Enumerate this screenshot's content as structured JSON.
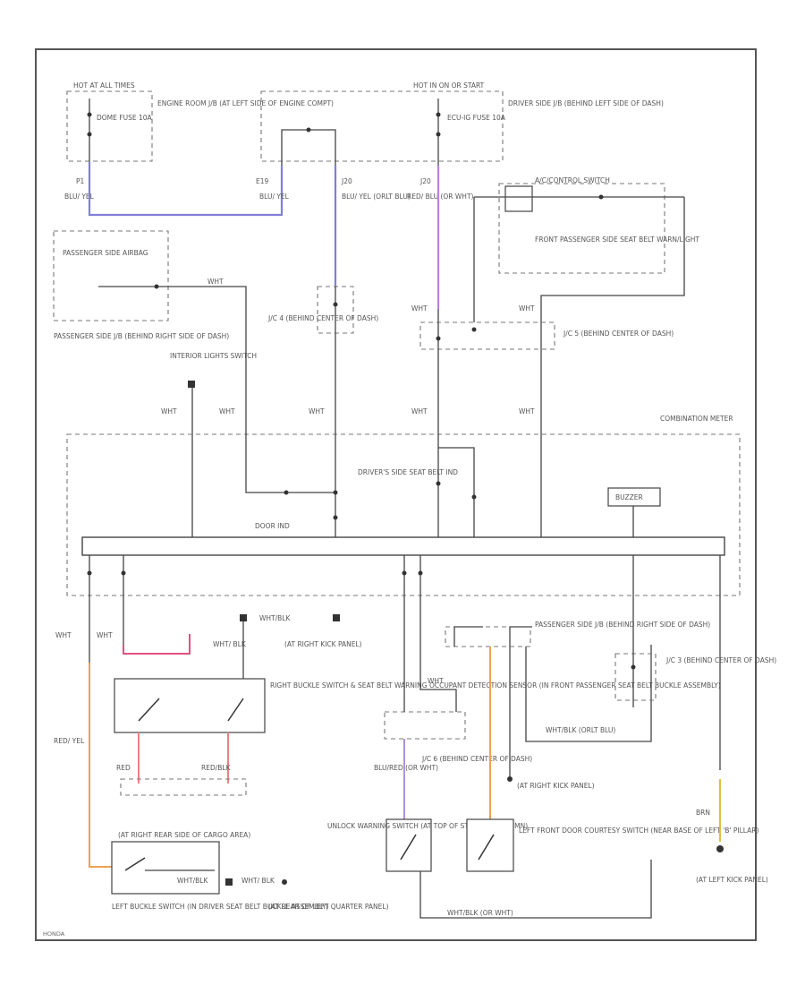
{
  "colors": {
    "blue_wire": "#8080d8",
    "violet_wire": "#c080e0",
    "red_wire": "#e05080",
    "pink_wire": "#f08080",
    "orange_wire": "#f0a050",
    "yellow_wire": "#e0c040",
    "lightviolet_wire": "#b090e0"
  },
  "labels": {
    "hot_at_all_times": "HOT AT ALL TIMES",
    "dome_fuse": "DOME FUSE 10A",
    "engine_jb": "ENGINE ROOM J/B (AT LEFT SIDE OF ENGINE COMPT)",
    "hot_on": "HOT IN ON OR START",
    "ecu_ig_fuse": "ECU-IG FUSE 10A",
    "driver_jb": "DRIVER SIDE J/B (BEHIND LEFT SIDE OF DASH)",
    "p1": "P1",
    "e19": "E19",
    "j20a": "J20",
    "j20b": "J20",
    "blu_yel_1": "BLU/ YEL",
    "blu_yel_2": "BLU/ YEL",
    "blu_yel_3": "BLU/ YEL (ORLT BLU)",
    "red_blu": "RED/ BLU (OR WHT)",
    "airbag_ctrl": "A/C/CONTROL SWITCH",
    "front_pass_ind": "FRONT PASSENGER SIDE SEAT BELT WARN/LIGHT",
    "pass_airbag": "PASSENGER SIDE AIRBAG",
    "passenger_jb": "PASSENGER SIDE J/B (BEHIND RIGHT SIDE OF DASH)",
    "jc4": "J/C 4 (BEHIND CENTER OF DASH)",
    "jc5": "J/C 5 (BEHIND CENTER OF DASH)",
    "interior_switch": "INTERIOR LIGHTS SWITCH",
    "combination_meter": "COMBINATION METER",
    "door_ind": "DOOR IND",
    "driver_seat_belt": "DRIVER'S SIDE SEAT BELT IND",
    "buzzer": "BUZZER",
    "wht": "WHT",
    "wht_blk": "WHT/BLK",
    "at_right_kick": "(AT RIGHT KICK PANEL)",
    "right_buckle": "RIGHT BUCKLE SWITCH & SEAT BELT WARNING OCCUPANT DETECTION SENSOR (IN FRONT PASSENGER SEAT BELT BUCKLE ASSEMBLY)",
    "red_yel": "RED/ YEL",
    "red": "RED",
    "red_blk": "RED/BLK",
    "wht_blk_2": "WHT/ BLK",
    "pass_jb2": "PASSENGER SIDE J/B (BEHIND RIGHT SIDE OF DASH)",
    "jc6": "J/C 6 (BEHIND CENTER OF DASH)",
    "jc3": "J/C 3 (BEHIND CENTER OF DASH)",
    "blured": "BLU/RED (OR WHT)",
    "wht_blk_org": "WHT/BLK (ORLT BLU)",
    "at_right_kick_2": "(AT RIGHT KICK PANEL)",
    "unlock_sw": "UNLOCK WARNING SWITCH (AT TOP OF STEERING COLUMN)",
    "left_front_door": "LEFT FRONT DOOR COURTESY SWITCH (NEAR BASE OF LEFT 'B' PILLAR)",
    "at_right_rear": "(AT RIGHT REAR SIDE OF CARGO AREA)",
    "left_buckle": "LEFT BUCKLE SWITCH (IN DRIVER SEAT BELT BUCKLE ASSEMBLY)",
    "at_rear_left": "(AT REAR OF LEFT QUARTER PANEL)",
    "at_left_kick": "(AT LEFT KICK PANEL)",
    "wht_blk_or_wht": "WHT/BLK (OR WHT)",
    "brn": "BRN",
    "footer": "HONDA"
  }
}
